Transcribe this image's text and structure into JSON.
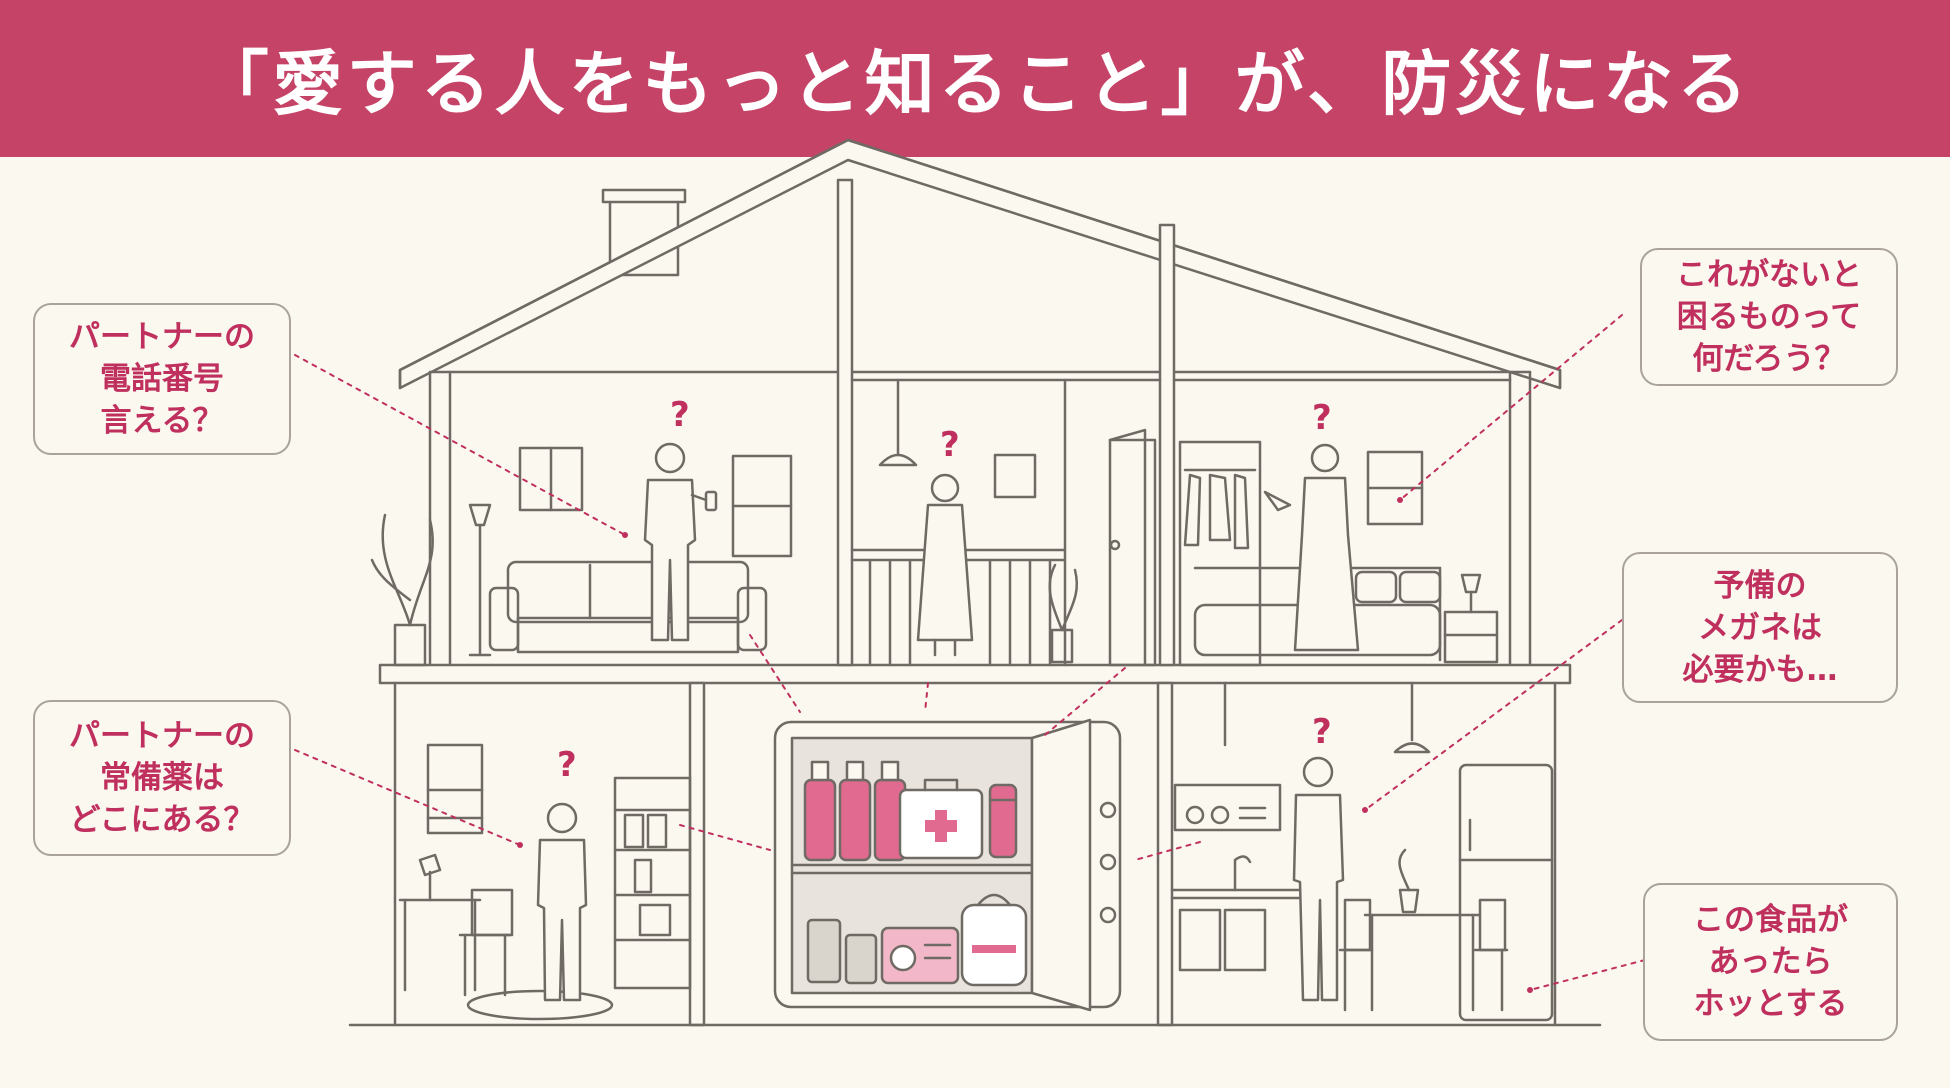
{
  "colors": {
    "accent": "#c64368",
    "callout_text": "#c0305e",
    "background": "#fbf8f0",
    "line": "#6f6a64",
    "pink_fill": "#e06a90"
  },
  "header": {
    "title": "「愛する人をもっと知ること」が、防災になる"
  },
  "callouts": {
    "top_left": [
      "パートナーの",
      "電話番号",
      "言える？"
    ],
    "mid_left": [
      "パートナーの",
      "常備薬は",
      "どこにある？"
    ],
    "top_right": [
      "これがないと",
      "困るものって",
      "何だろう？"
    ],
    "mid_right": [
      "予備の",
      "メガネは",
      "必要かも…"
    ],
    "bottom_right": [
      "この食品が",
      "あったら",
      "ホッとする"
    ]
  },
  "question_mark": "?",
  "icons": [
    "house-icon",
    "emergency-safe-icon",
    "first-aid-kit-icon",
    "water-bottle-icon",
    "flashlight-icon",
    "radio-icon",
    "backpack-icon",
    "canned-food-icon"
  ]
}
